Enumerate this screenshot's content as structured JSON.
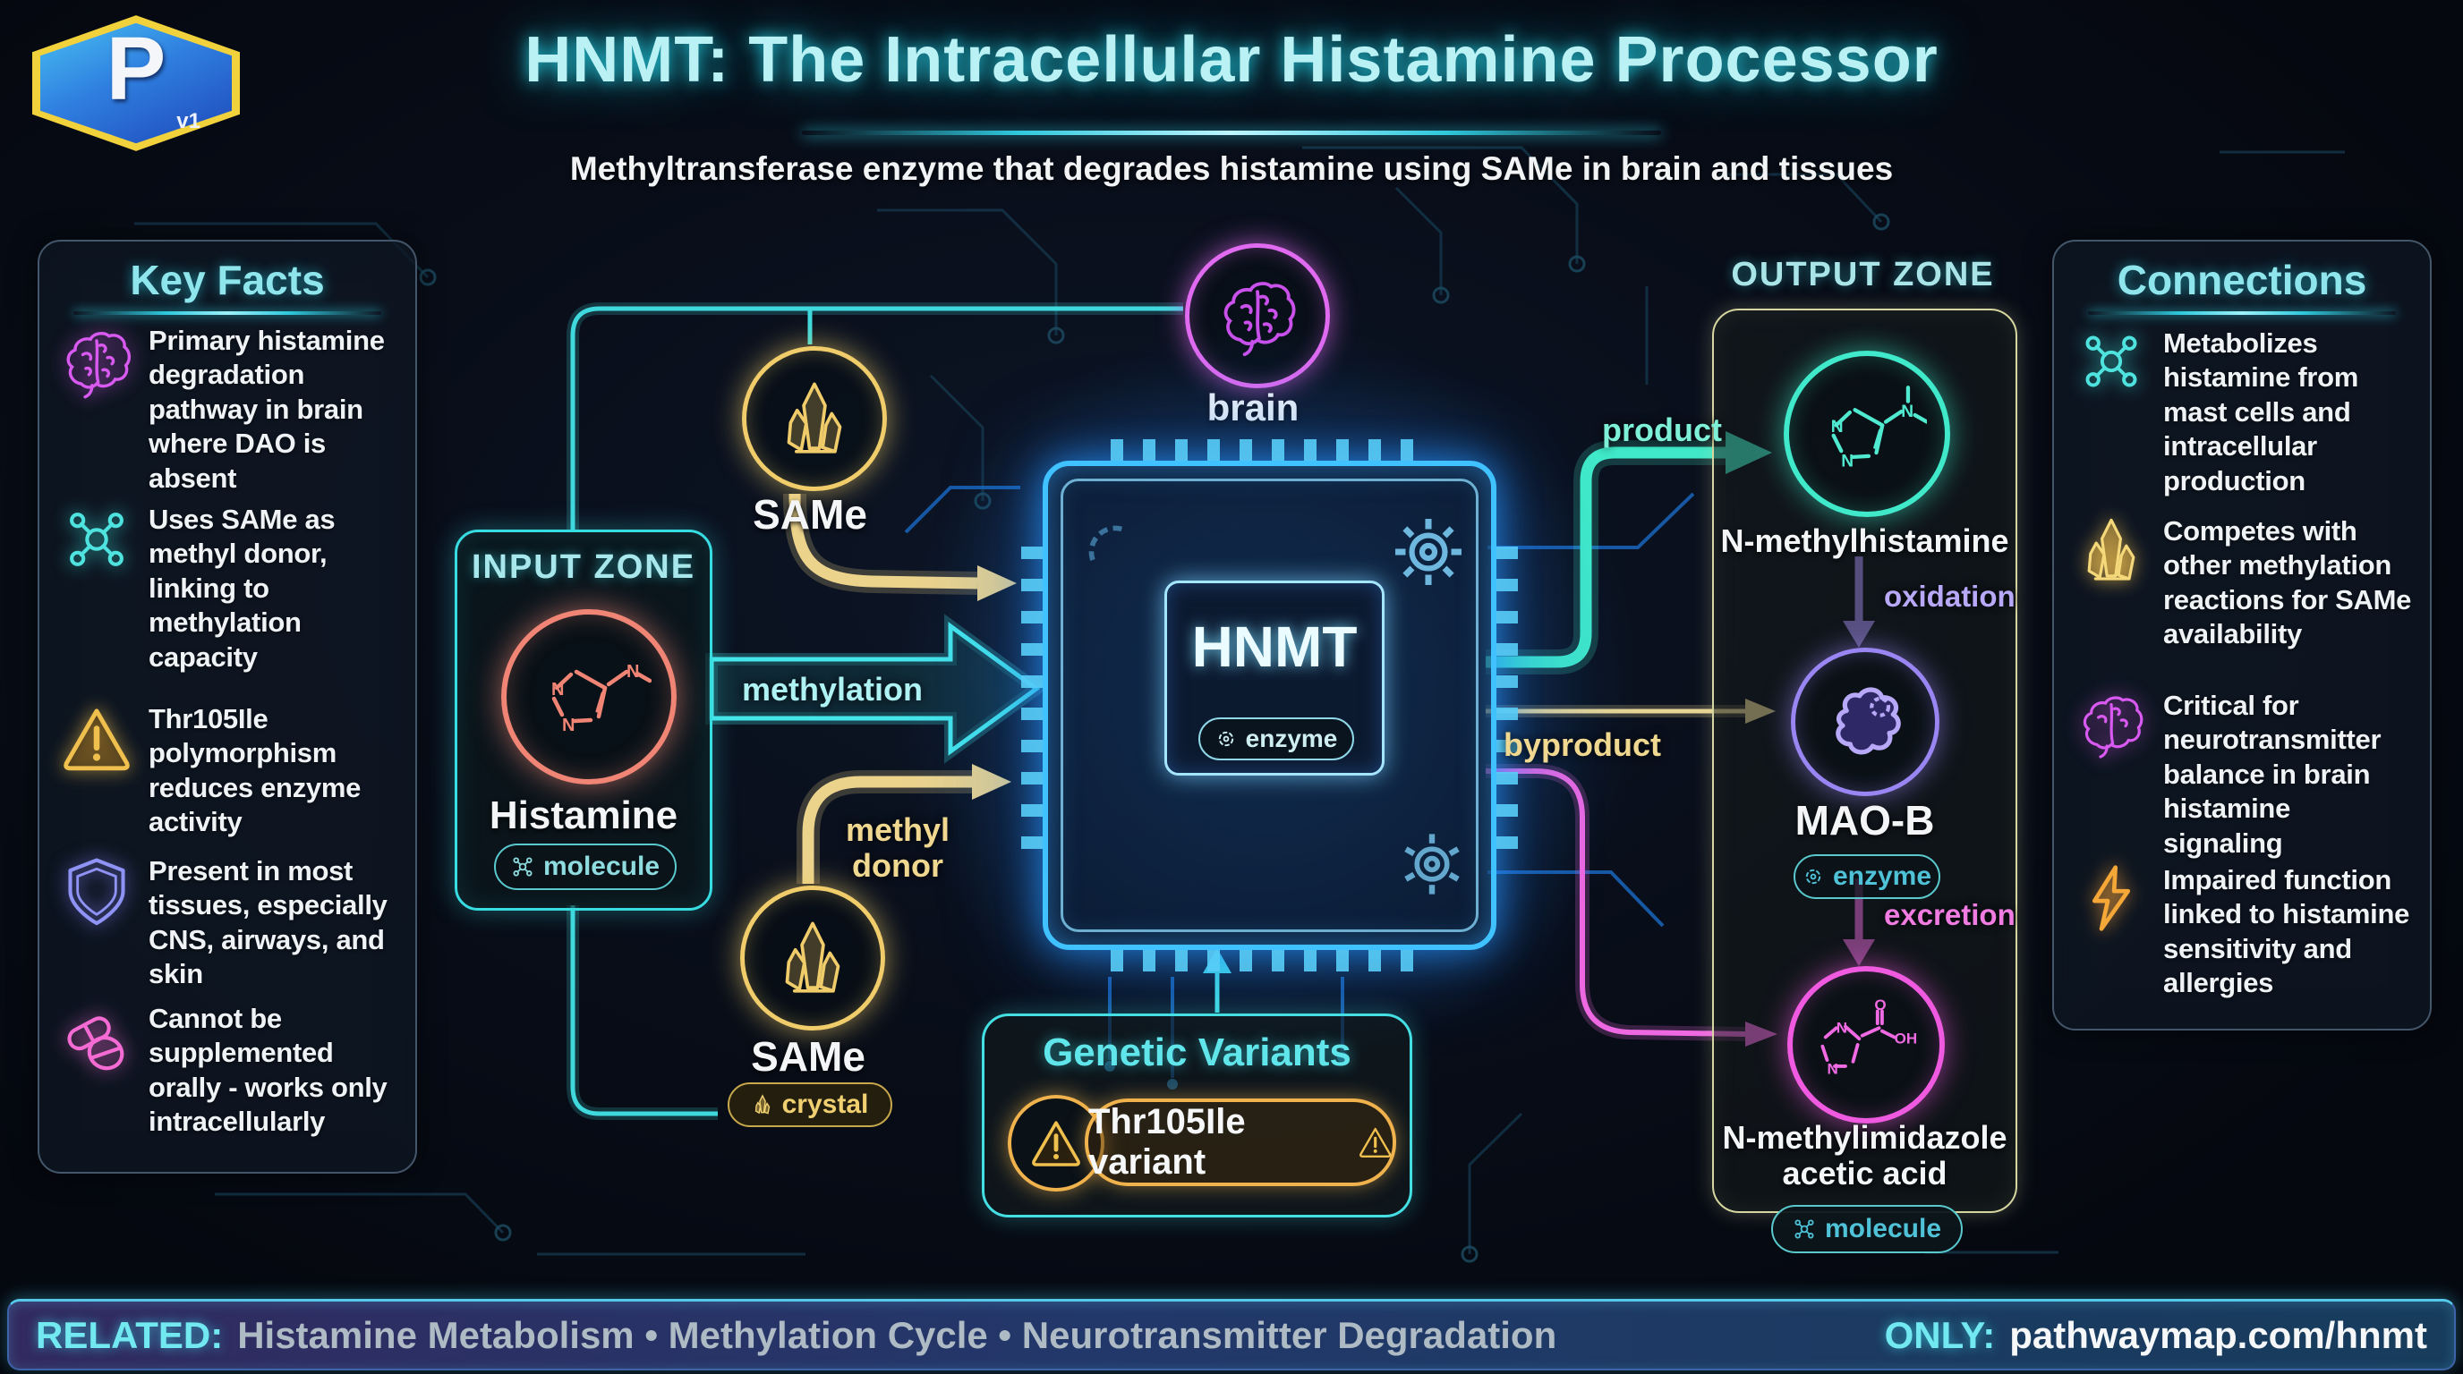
{
  "logo": {
    "letter": "P",
    "version": "v1"
  },
  "header": {
    "title": "HNMT: The Intracellular Histamine Processor",
    "subtitle": "Methyltransferase enzyme that degrades histamine using SAMe in brain and tissues"
  },
  "key_facts": {
    "title": "Key Facts",
    "items": [
      {
        "icon": "brain-icon",
        "text": "Primary histamine degradation pathway in brain where DAO is absent"
      },
      {
        "icon": "molecule-icon",
        "text": "Uses SAMe as methyl donor, linking to methylation capacity"
      },
      {
        "icon": "warning-icon",
        "text": "Thr105Ile polymorphism reduces enzyme activity"
      },
      {
        "icon": "shield-icon",
        "text": "Present in most tissues, especially CNS, airways, and skin"
      },
      {
        "icon": "pills-icon",
        "text": "Cannot be supplemented orally - works only intracellularly"
      }
    ]
  },
  "connections": {
    "title": "Connections",
    "items": [
      {
        "icon": "molecule-icon",
        "text": "Metabolizes histamine from mast cells and intracellular production"
      },
      {
        "icon": "crystal-icon",
        "text": "Competes with other methylation reactions for SAMe availability"
      },
      {
        "icon": "brain-icon",
        "text": "Critical for neurotransmitter balance in brain histamine signaling"
      },
      {
        "icon": "bolt-icon",
        "text": "Impaired function linked to histamine sensitivity and allergies"
      }
    ]
  },
  "diagram": {
    "input_zone": {
      "title": "INPUT ZONE",
      "node": "Histamine",
      "badge": "molecule"
    },
    "same_top": {
      "label": "SAMe"
    },
    "same_bottom": {
      "label": "SAMe",
      "badge": "crystal"
    },
    "brain": {
      "label": "brain"
    },
    "chip": {
      "label": "HNMT",
      "badge": "enzyme"
    },
    "genetic": {
      "title": "Genetic Variants",
      "variant": "Thr105Ile variant"
    },
    "output_zone": {
      "title": "OUTPUT ZONE",
      "node1": {
        "label": "N-methylhistamine"
      },
      "node2": {
        "label": "MAO-B",
        "badge": "enzyme"
      },
      "node3": {
        "label": "N-methylimidazole acetic acid",
        "badge": "molecule"
      }
    },
    "arrows": {
      "methylation": "methylation",
      "methyl_donor": "methyl donor",
      "product": "product",
      "byproduct": "byproduct",
      "oxidation": "oxidation",
      "excretion": "excretion"
    }
  },
  "footer": {
    "related_label": "RELATED:",
    "related_items": "Histamine Metabolism • Methylation Cycle • Neurotransmitter Degradation",
    "only_label": "ONLY:",
    "url": "pathwaymap.com/hnmt"
  },
  "colors": {
    "title_cyan": "#b9f1f4",
    "zone_cyan": "#38dde2",
    "histamine_red": "#f08575",
    "same_yellow": "#f0cd6a",
    "chip_blue": "#3fc2ff",
    "product_teal": "#3fe9c9",
    "maob_purple": "#9a86f2",
    "nmiaa_magenta": "#f05ae0",
    "warning_orange": "#f0b24c",
    "brain_magenta": "#e06af0"
  }
}
